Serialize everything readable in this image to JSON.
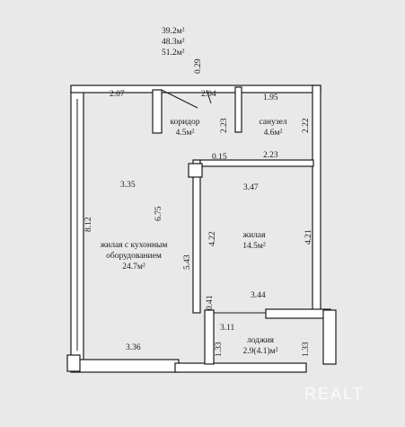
{
  "areas": {
    "living": "39.2м²",
    "total": "48.3м²",
    "total_with_loggia": "51.2м²"
  },
  "rooms": [
    {
      "name": "коридор",
      "area": "4.5м²"
    },
    {
      "name": "санузел",
      "area": "4.6м²"
    },
    {
      "name": "жилая",
      "area": "14.5м²"
    },
    {
      "name": "жилая с кухонным оборудованием",
      "line1": "жилая с кухонным",
      "line2": "оборудованием",
      "area": "24.7м²"
    },
    {
      "name": "лоджия",
      "area": "2.9(4.1)м²"
    }
  ],
  "dimensions": {
    "d029": "0.29",
    "d207": "2.07",
    "d204": "2.04",
    "d195": "1.95",
    "d223a": "2.23",
    "d222": "2.22",
    "d015": "0.15",
    "d223b": "2.23",
    "d335": "3.35",
    "d347": "3.47",
    "d675": "6.75",
    "d812": "8.12",
    "d422": "4.22",
    "d421": "4.21",
    "d543": "5.43",
    "d041": "0.41",
    "d344": "3.44",
    "d311": "3.11",
    "d336": "3.36",
    "d133a": "1.33",
    "d133b": "1.33"
  },
  "watermark": "REALT"
}
